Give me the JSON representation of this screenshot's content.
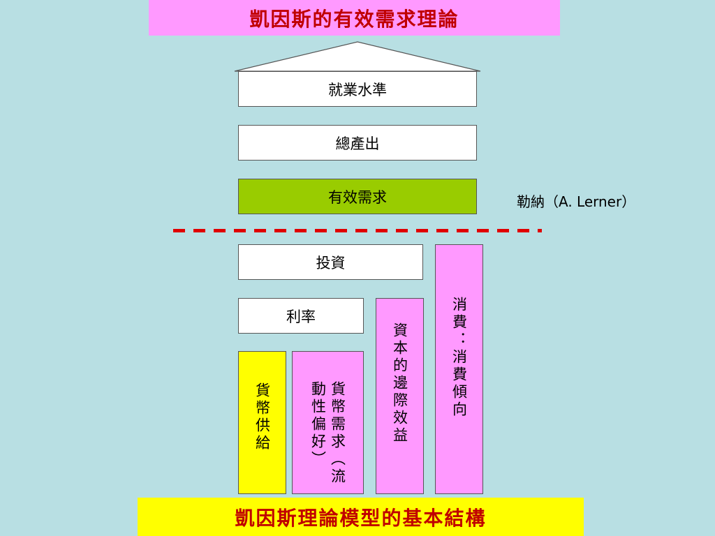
{
  "title": "凱因斯的有效需求理論",
  "upper_boxes": {
    "employment": "就業水準",
    "output": "總產出",
    "effective_demand": "有效需求"
  },
  "side_note": "勒納（A. Lerner）",
  "lower_boxes": {
    "investment": "投資",
    "interest_rate": "利率",
    "money_supply": "貨幣供給",
    "money_demand": "貨幣需求（流動性偏好）",
    "mec": "資本的邊際效益",
    "consumption": "消費：消費傾向"
  },
  "footer": "凱因斯理論模型的基本結構",
  "colors": {
    "background": "#b8dfe3",
    "title_bg": "#ff99ff",
    "title_text": "#c00000",
    "effective_demand_bg": "#99cc00",
    "money_supply_bg": "#ffff00",
    "pink_box_bg": "#ff99ff",
    "divider": "#e00000",
    "footer_bg": "#ffff00"
  }
}
